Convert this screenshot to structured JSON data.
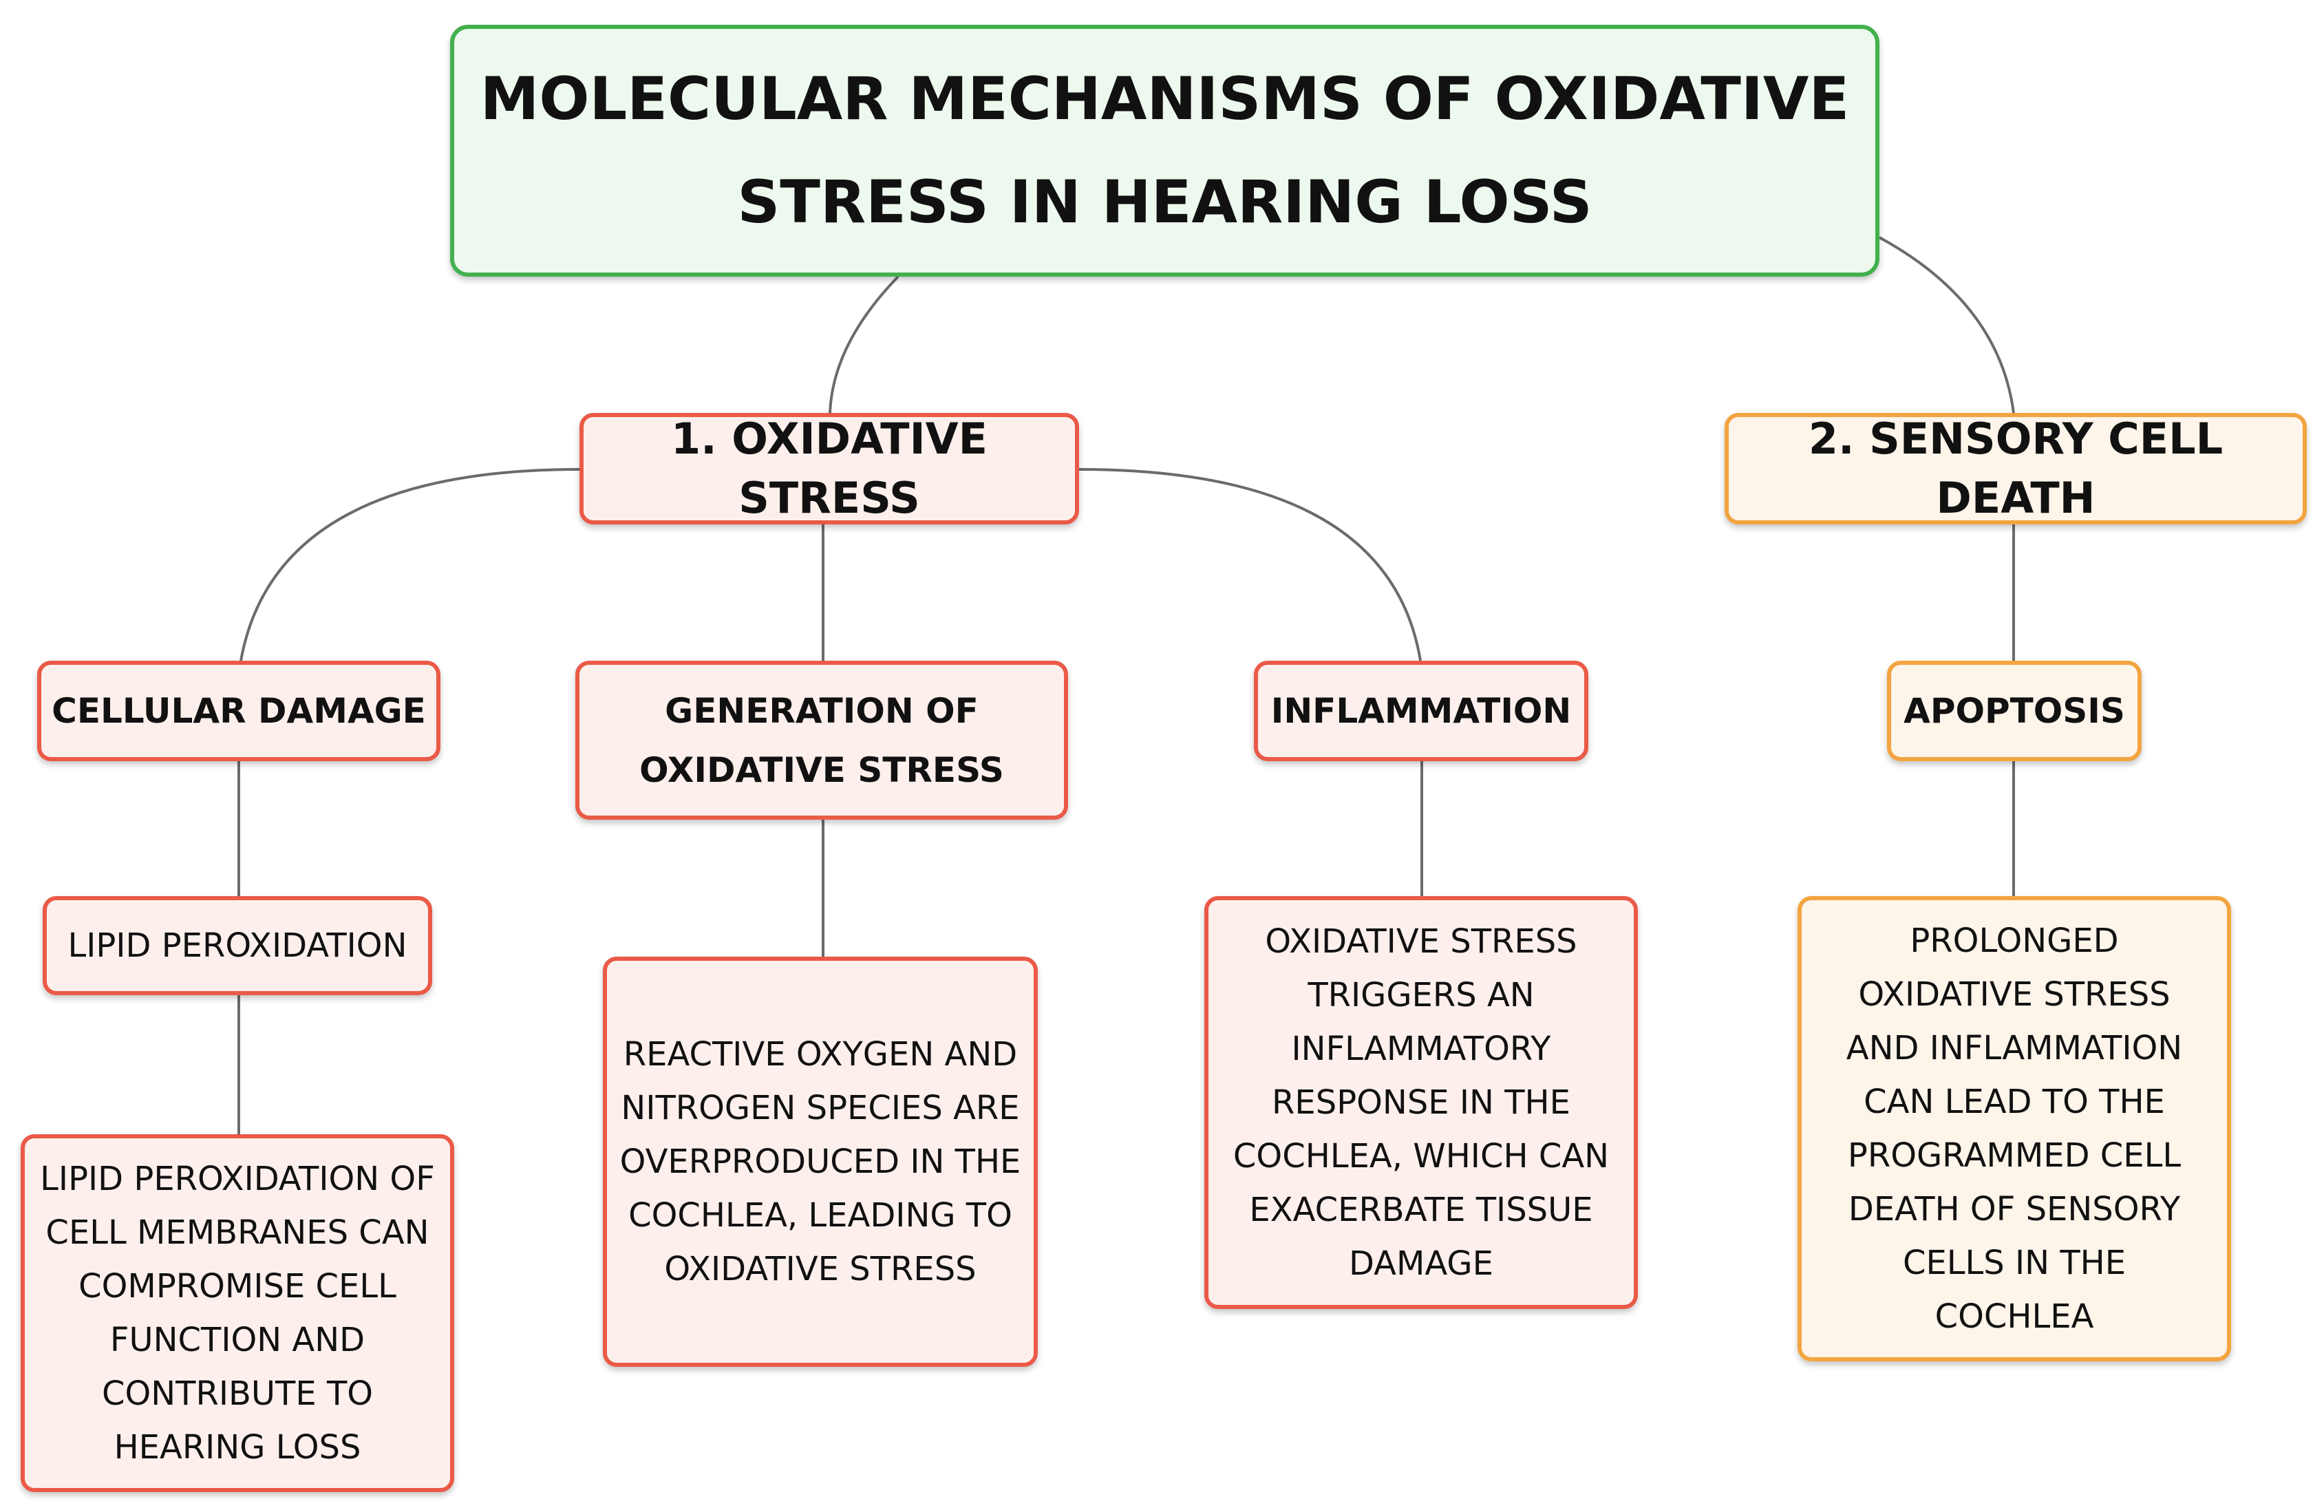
{
  "colors": {
    "root_border": "#43b04e",
    "root_fill": "#edf8ee",
    "red_border": "#ea5a47",
    "red_fill": "#fdf0ec",
    "orange_border": "#f3a440",
    "orange_fill": "#fdf4ea",
    "connector": "#6b6b6b"
  },
  "root": {
    "title": "MOLECULAR MECHANISMS OF OXIDATIVE STRESS IN HEARING LOSS"
  },
  "branches": {
    "oxidative_stress": {
      "label": "1. OXIDATIVE STRESS",
      "cellular_damage": {
        "label": "CELLULAR DAMAGE",
        "lipid_peroxidation": "LIPID PEROXIDATION",
        "detail": "LIPID PEROXIDATION OF CELL MEMBRANES CAN COMPROMISE CELL FUNCTION AND CONTRIBUTE TO HEARING LOSS"
      },
      "generation": {
        "label": "GENERATION OF OXIDATIVE STRESS",
        "detail": "REACTIVE OXYGEN AND NITROGEN SPECIES ARE OVERPRODUCED IN THE COCHLEA, LEADING TO OXIDATIVE STRESS"
      },
      "inflammation": {
        "label": "INFLAMMATION",
        "detail": "OXIDATIVE STRESS TRIGGERS AN INFLAMMATORY RESPONSE IN THE COCHLEA, WHICH CAN EXACERBATE TISSUE DAMAGE"
      }
    },
    "sensory_cell_death": {
      "label": "2. SENSORY CELL DEATH",
      "apoptosis": {
        "label": "APOPTOSIS",
        "detail": "PROLONGED OXIDATIVE STRESS AND INFLAMMATION CAN LEAD TO THE PROGRAMMED CELL DEATH OF SENSORY CELLS IN THE COCHLEA"
      }
    }
  }
}
